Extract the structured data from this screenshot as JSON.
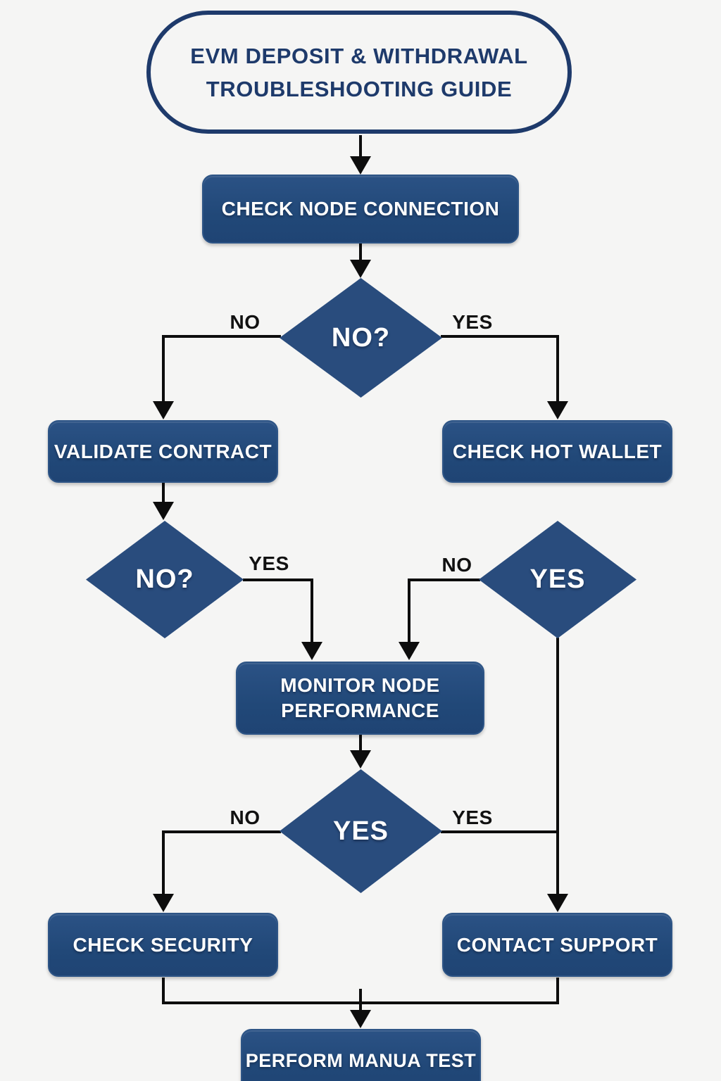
{
  "title": {
    "line1": "EVM DEPOSIT & WITHDRAWAL",
    "line2": "TROUBLESHOOTING GUIDE"
  },
  "nodes": {
    "check_node_connection": "CHECK NODE CONNECTION",
    "decision_node_connection": "NO?",
    "validate_contract": "VALIDATE CONTRACT",
    "check_hot_wallet": "CHECK HOT WALLET",
    "decision_contract": "NO?",
    "decision_hot_wallet": "YES",
    "monitor_line1": "MONITOR NODE",
    "monitor_line2": "PERFORMANCE",
    "decision_performance": "YES",
    "check_security": "CHECK SECURITY",
    "contact_support": "CONTACT SUPPORT",
    "perform_manua_test": "PERFORM MANUA TEST"
  },
  "edge_labels": {
    "d1_no": "NO",
    "d1_yes": "YES",
    "d2_yes": "YES",
    "d3_no": "NO",
    "d4_no": "NO",
    "d4_yes": "YES"
  },
  "colors": {
    "background": "#f5f5f4",
    "node_fill": "#234a7c",
    "diamond_fill": "#294c7d",
    "title_navy": "#1e3a6b",
    "line": "#0d0d0d",
    "node_text": "#ffffff",
    "label_text": "#111111"
  }
}
